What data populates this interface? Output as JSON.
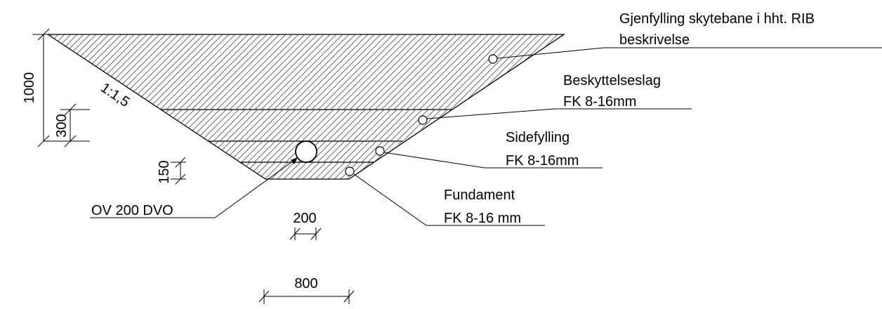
{
  "layers": {
    "top": {
      "line1": "Gjenfylling skytebane i hht. RIB",
      "line2": "beskrivelse"
    },
    "protection": {
      "line1": "Beskyttelseslag",
      "line2": "FK 8-16mm"
    },
    "side_fill": {
      "line1": "Sidefylling",
      "line2": "FK 8-16mm"
    },
    "foundation": {
      "line1": "Fundament",
      "line2": "FK 8-16 mm"
    }
  },
  "pipe_label": "OV 200 DVO",
  "slope_label": "1:1,5",
  "dimensions": {
    "total_depth": "1000",
    "cover_depth": "300",
    "foundation_depth": "150",
    "pipe_width": "200",
    "bottom_width": "800"
  }
}
